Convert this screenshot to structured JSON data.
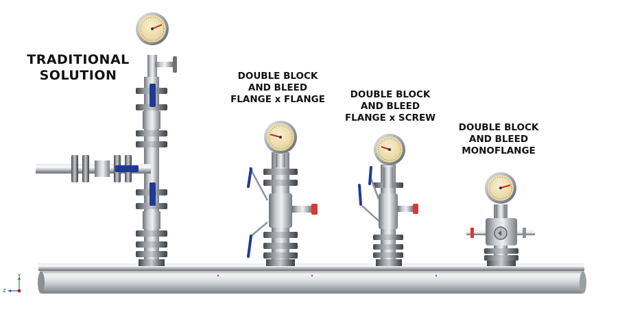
{
  "labels": {
    "traditional": "TRADITIONAL\nSOLUTION",
    "flange_flange": "DOUBLE BLOCK\nAND BLEED\nFLANGE x FLANGE",
    "flange_screw": "DOUBLE BLOCK\nAND BLEED\nFLANGE x SCREW",
    "monoflange": "DOUBLE BLOCK\nAND BLEED\nMONOFLANGE"
  },
  "axis": {
    "y": "Y",
    "z": "Z"
  },
  "colors": {
    "steel": "#a9adb2",
    "steel_dark": "#6e7379",
    "handle_blue": "#1f3a93",
    "cap_red": "#d63a3a",
    "gauge_face": "#f1e3b8",
    "needle": "#d4221c"
  }
}
